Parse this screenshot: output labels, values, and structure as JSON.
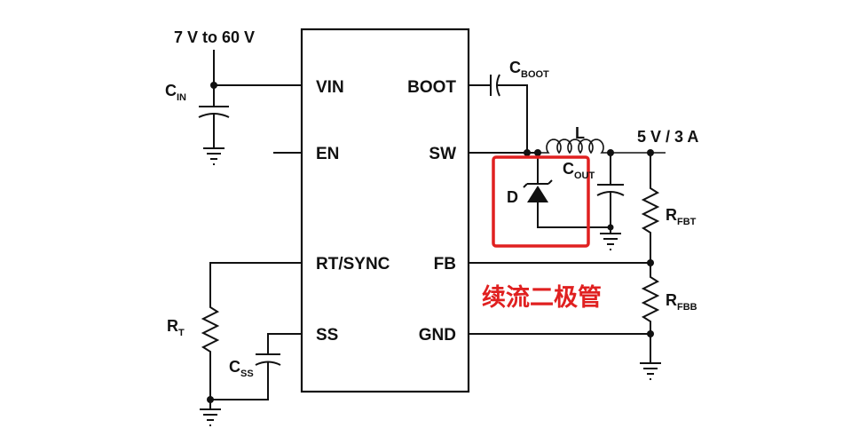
{
  "ic": {
    "pins_left": [
      "VIN",
      "EN",
      "RT/SYNC",
      "SS"
    ],
    "pins_right": [
      "BOOT",
      "SW",
      "FB",
      "GND"
    ]
  },
  "labels": {
    "vin_range": "7 V to 60 V",
    "vout": "5 V / 3 A",
    "c_in": "C",
    "c_in_sub": "IN",
    "c_boot": "C",
    "c_boot_sub": "BOOT",
    "c_out": "C",
    "c_out_sub": "OUT",
    "inductor": "L",
    "diode": "D",
    "r_fbt": "R",
    "r_fbt_sub": "FBT",
    "r_fbb": "R",
    "r_fbb_sub": "FBB",
    "r_t": "R",
    "r_t_sub": "T",
    "c_ss": "C",
    "c_ss_sub": "SS"
  },
  "annotation": {
    "text": "续流二极管",
    "color": "#e02020"
  }
}
